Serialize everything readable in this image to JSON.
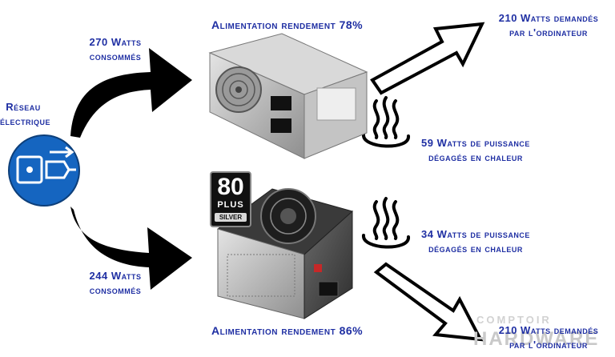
{
  "grid": {
    "label_line1": "Réseau",
    "label_line2": "électrique",
    "icon": "power-plug-socket-icon",
    "color": "#1565c0"
  },
  "top_branch": {
    "input_watts": "270 Watts",
    "input_label": "consommés",
    "psu_title": "Alimentation rendement 78%",
    "heat_line1": "59 Watts de puissance",
    "heat_line2": "dégagés en chaleur",
    "output_line1": "210 Watts demandés",
    "output_line2": "par l'ordinateur"
  },
  "bottom_branch": {
    "input_watts": "244 Watts",
    "input_label": "consommés",
    "psu_title": "Alimentation rendement 86%",
    "badge_number": "80",
    "badge_plus": "PLUS",
    "badge_tier": "SILVER",
    "heat_line1": "34 Watts de puissance",
    "heat_line2": "dégagés en chaleur",
    "output_line1": "210 Watts demandés",
    "output_line2": "par l'ordinateur"
  },
  "watermark": {
    "line1": "COMPTOIR",
    "line2": "HARDWARE"
  },
  "colors": {
    "text": "#1f2fa3",
    "arrow": "#000000"
  }
}
